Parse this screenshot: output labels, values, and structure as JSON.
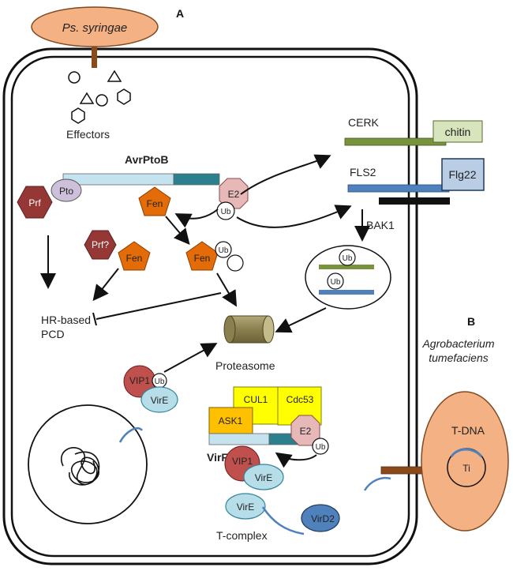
{
  "panel_a": "A",
  "panel_b": "B",
  "pathogen": "Ps. syringae",
  "effectors": "Effectors",
  "avrptob": "AvrPtoB",
  "pto": "Pto",
  "prf": "Prf",
  "prf_q": "Prf?",
  "fen": "Fen",
  "e2": "E2",
  "ub": "Ub",
  "cerk": "CERK",
  "chitin": "chitin",
  "fls2": "FLS2",
  "flg22": "Flg22",
  "bak1": "BAK1",
  "hr_line1": "HR-based",
  "hr_line2": "PCD",
  "proteasome": "Proteasome",
  "vip1": "VIP1",
  "vire": "VirE",
  "cul1": "CUL1",
  "cdc53": "Cdc53",
  "ask1": "ASK1",
  "virf": "VirF",
  "vird2": "VirD2",
  "tcomplex": "T-complex",
  "agro_line1": "Agrobacterium",
  "agro_line2": "tumefaciens",
  "tdna": "T-DNA",
  "ti": "Ti"
}
